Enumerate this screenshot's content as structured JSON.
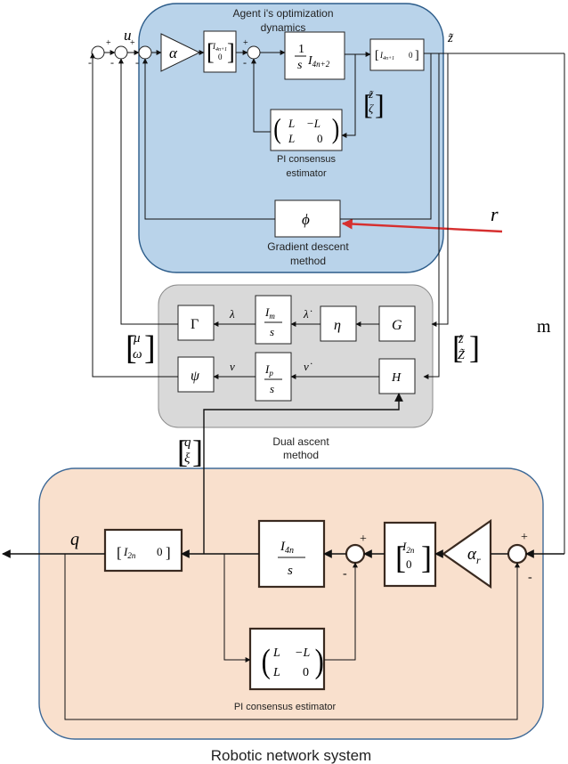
{
  "colors": {
    "optimization_fill": "#b9d3ea",
    "optimization_stroke": "#2c5c8a",
    "dual_fill": "#d9d9d9",
    "dual_stroke": "#8a8a8a",
    "robot_fill": "#f9e0cd",
    "robot_stroke": "#3f6a98",
    "reference_arrow": "#d62f2f"
  },
  "optimization": {
    "title_line1": "Agent i's optimization",
    "title_line2": "dynamics",
    "alpha": "α",
    "selector_top": "I",
    "selector_top_sub": "4n+1",
    "selector_bottom": "0",
    "integrator_num": "1",
    "integrator_den": "s",
    "integrator_I": "I",
    "integrator_sub": "4n+2",
    "output_selector": "I",
    "output_selector_sub": "4n+1",
    "output_selector_zero": "0",
    "feedback_top": "z̃",
    "feedback_bottom": "ζ",
    "pi_r1c1": "L",
    "pi_r1c2": "−L",
    "pi_r2c1": "L",
    "pi_r2c2": "0",
    "pi_label_line1": "PI consensus",
    "pi_label_line2": "estimator",
    "phi": "ϕ",
    "gradient_line1": "Gradient descent",
    "gradient_line2": "method",
    "u_label": "u",
    "ztilde_label": "z̃",
    "r_label": "r"
  },
  "dual": {
    "gamma": "Γ",
    "psi": "ψ",
    "eta": "η",
    "G": "G",
    "H": "H",
    "Im_I": "I",
    "Im_sub": "m",
    "Ip_I": "I",
    "Ip_sub": "p",
    "int_den": "s",
    "lambda": "λ",
    "lambda_dot": "λ̇",
    "nu": "ν",
    "nu_dot": "ν̇",
    "mu_omega_top": "μ",
    "mu_omega_bottom": "ω",
    "zz_top": "z̃",
    "zz_bottom": "Z̃",
    "q_xi_top": "q",
    "q_xi_bottom": "ξ",
    "caption_line1": "Dual ascent",
    "caption_line2": "method",
    "m_label": "m"
  },
  "robot": {
    "q_label": "q",
    "selector_I": "I",
    "selector_sub": "2n",
    "selector_zero": "0",
    "integrator_I": "I",
    "integrator_sub": "4n",
    "integrator_den": "s",
    "input_I": "I",
    "input_sub": "2n",
    "input_zero": "0",
    "alpha_r": "α",
    "alpha_r_sub": "r",
    "pi_r1c1": "L",
    "pi_r1c2": "−L",
    "pi_r2c1": "L",
    "pi_r2c2": "0",
    "pi_label": "PI consensus estimator",
    "plus": "+",
    "minus": "-",
    "caption": "Robotic network system"
  },
  "signs": {
    "plus": "+",
    "minus": "-"
  }
}
